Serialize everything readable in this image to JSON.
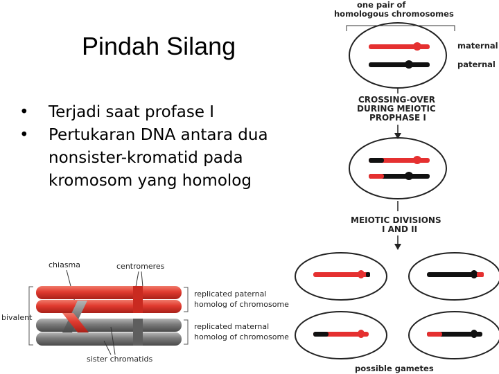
{
  "slide": {
    "title": "Pindah Silang",
    "bullets": [
      "Terjadi saat profase I",
      "Pertukaran DNA antara dua nonsister-kromatid pada kromosom yang homolog"
    ]
  },
  "figure_bottom": {
    "label_chiasma": "chiasma",
    "label_centromeres": "centromeres",
    "label_bivalent": "bivalent",
    "label_paternal_line1": "replicated paternal",
    "label_paternal_line2": "homolog of chromosome",
    "label_maternal_line1": "replicated maternal",
    "label_maternal_line2": "homolog of chromosome",
    "label_sister": "sister chromatids"
  },
  "figure_right": {
    "header_line1": "one pair of",
    "header_line2": "homologous chromosomes",
    "label_maternal": "maternal",
    "label_paternal": "paternal",
    "step1_line1": "CROSSING-OVER",
    "step1_line2": "DURING MEIOTIC",
    "step1_line3": "PROPHASE I",
    "step2_line1": "MEIOTIC DIVISIONS",
    "step2_line2": "I AND II",
    "footer": "possible gametes"
  },
  "colors": {
    "maternal": "#e53030",
    "paternal": "#111111",
    "homolog_red": "#e03a2f",
    "homolog_grey": "#777777"
  }
}
